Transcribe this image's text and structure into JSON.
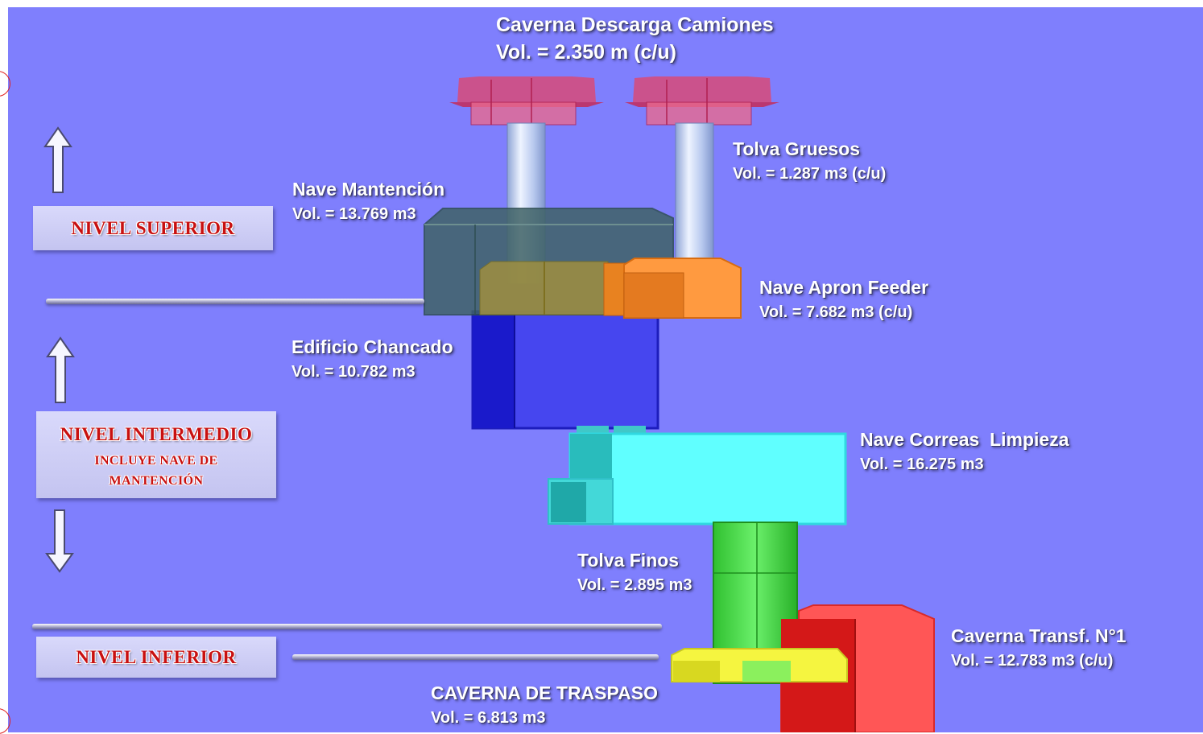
{
  "labels": {
    "caverna_descarga": {
      "title": "Caverna Descarga Camiones",
      "vol": "Vol. = 2.350 m (c/u)"
    },
    "tolva_gruesos": {
      "title": "Tolva Gruesos",
      "vol": "Vol. = 1.287 m3 (c/u)"
    },
    "nave_mantencion": {
      "title": "Nave Mantención",
      "vol": "Vol. = 13.769 m3"
    },
    "nave_apron": {
      "title": "Nave Apron Feeder",
      "vol": "Vol. = 7.682 m3 (c/u)"
    },
    "edificio_chancado": {
      "title": "Edificio Chancado",
      "vol": "Vol. = 10.782 m3"
    },
    "nave_correas": {
      "title": "Nave Correas  Limpieza",
      "vol": "Vol. = 16.275 m3"
    },
    "tolva_finos": {
      "title": "Tolva Finos",
      "vol": "Vol. = 2.895 m3"
    },
    "caverna_transf": {
      "title": "Caverna Transf. N°1",
      "vol": "Vol. = 12.783 m3 (c/u)"
    },
    "caverna_traspaso": {
      "title": "CAVERNA DE TRASPASO",
      "vol": "Vol. = 6.813 m3"
    }
  },
  "levels": {
    "superior": "NIVEL SUPERIOR",
    "intermedio": "NIVEL INTERMEDIO",
    "intermedio_sub_1": "INCLUYE NAVE DE",
    "intermedio_sub_2": "MANTENCIÓN",
    "inferior": "NIVEL INFERIOR"
  },
  "colors": {
    "background": "#7f7ffd",
    "caverna_descarga": "#e0406a",
    "tolva_gruesos": "#c8d8f8",
    "nave_mantencion": "#4a6e6a",
    "nave_apron": "#ff9a40",
    "edificio_chancado": "#4848f0",
    "nave_correas": "#60ffff",
    "tolva_finos": "#40e040",
    "caverna_transf": "#ff5050",
    "caverna_traspaso": "#f0f040",
    "level_text": "#c81010"
  },
  "icons": [
    "arrow-up-icon",
    "arrow-up-icon",
    "arrow-down-icon"
  ]
}
